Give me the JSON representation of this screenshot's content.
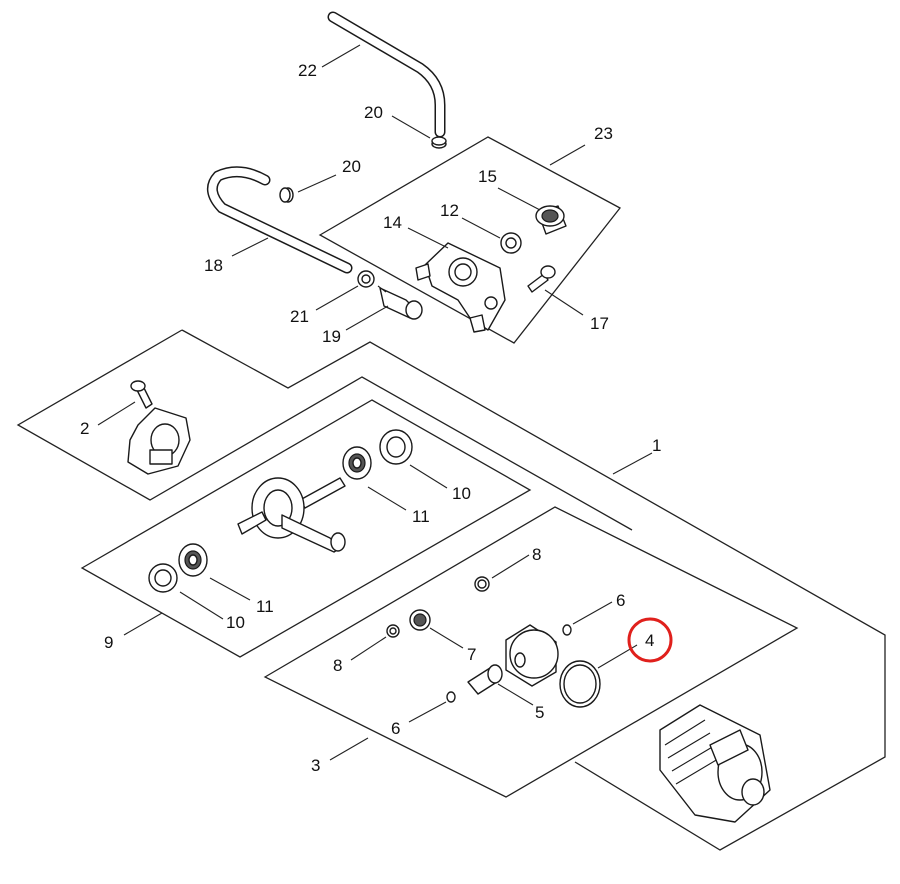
{
  "callouts": {
    "c1": "1",
    "c2": "2",
    "c3": "3",
    "c4": "4",
    "c5": "5",
    "c6a": "6",
    "c6b": "6",
    "c7": "7",
    "c8a": "8",
    "c8b": "8",
    "c9": "9",
    "c10a": "10",
    "c10b": "10",
    "c11a": "11",
    "c11b": "11",
    "c12": "12",
    "c14": "14",
    "c15": "15",
    "c17": "17",
    "c18": "18",
    "c19": "19",
    "c20a": "20",
    "c20b": "20",
    "c21": "21",
    "c22": "22",
    "c23": "23"
  },
  "highlight": {
    "target": "4",
    "color": "#e0201c"
  }
}
